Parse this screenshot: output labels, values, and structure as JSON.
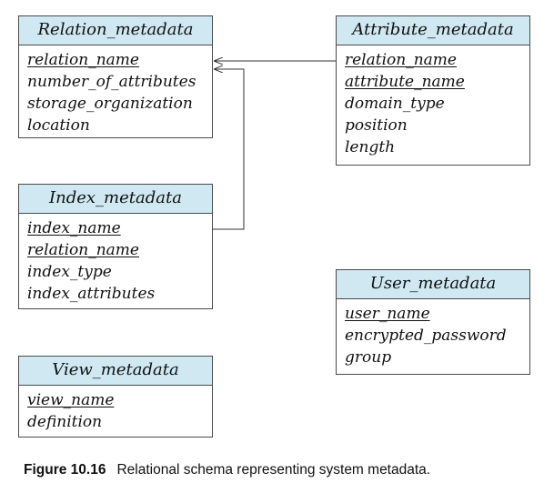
{
  "colors": {
    "header_fill": "#cfe8f1",
    "border": "#4a4a4a",
    "arrow": "#333333"
  },
  "tables": {
    "relation_metadata": {
      "name": "Relation_metadata",
      "attributes": [
        {
          "name": "relation_name",
          "key": true
        },
        {
          "name": "number_of_attributes",
          "key": false
        },
        {
          "name": "storage_organization",
          "key": false
        },
        {
          "name": "location",
          "key": false
        }
      ]
    },
    "attribute_metadata": {
      "name": "Attribute_metadata",
      "attributes": [
        {
          "name": "relation_name",
          "key": true
        },
        {
          "name": "attribute_name",
          "key": true
        },
        {
          "name": "domain_type",
          "key": false
        },
        {
          "name": "position",
          "key": false
        },
        {
          "name": "length",
          "key": false
        }
      ]
    },
    "index_metadata": {
      "name": "Index_metadata",
      "attributes": [
        {
          "name": "index_name",
          "key": true
        },
        {
          "name": "relation_name",
          "key": true
        },
        {
          "name": "index_type",
          "key": false
        },
        {
          "name": "index_attributes",
          "key": false
        }
      ]
    },
    "user_metadata": {
      "name": "User_metadata",
      "attributes": [
        {
          "name": "user_name",
          "key": true
        },
        {
          "name": "encrypted_password",
          "key": false
        },
        {
          "name": "group",
          "key": false
        }
      ]
    },
    "view_metadata": {
      "name": "View_metadata",
      "attributes": [
        {
          "name": "view_name",
          "key": true
        },
        {
          "name": "definition",
          "key": false
        }
      ]
    }
  },
  "relationships": [
    {
      "from": "attribute_metadata",
      "from_attr": "relation_name",
      "to": "relation_metadata",
      "to_attr": "relation_name"
    },
    {
      "from": "index_metadata",
      "from_attr": "relation_name",
      "to": "relation_metadata",
      "to_attr": "relation_name"
    }
  ],
  "caption": {
    "label": "Figure 10.16",
    "text": "Relational schema representing system metadata."
  }
}
